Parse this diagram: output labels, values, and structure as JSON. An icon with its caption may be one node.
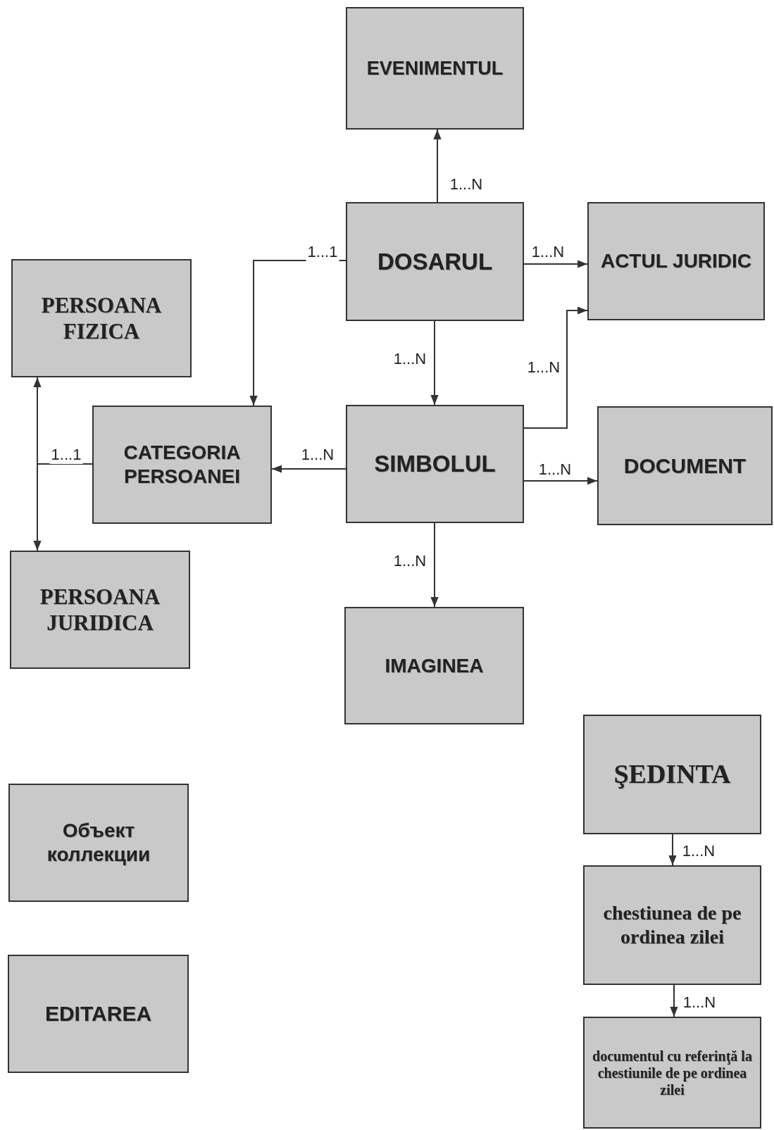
{
  "diagram": {
    "nodes": [
      {
        "text": [
          "EVENIMENTUL"
        ]
      },
      {
        "text": [
          "DOSARUL"
        ]
      },
      {
        "text": [
          "ACTUL JURIDIC"
        ]
      },
      {
        "text": [
          "PERSOANA FIZICA"
        ]
      },
      {
        "text": [
          "CATEGORIA PERSOANEI"
        ]
      },
      {
        "text": [
          "SIMBOLUL"
        ]
      },
      {
        "text": [
          "DOCUMENT"
        ]
      },
      {
        "text": [
          "PERSOANA JURIDICA"
        ]
      },
      {
        "text": [
          "IMAGINEA"
        ]
      },
      {
        "text": [
          "ŞEDINTA"
        ]
      },
      {
        "text": [
          "Объект коллекции"
        ]
      },
      {
        "text": [
          "chestiunea de pe ordinea zilei"
        ]
      },
      {
        "text": [
          "EDITAREA"
        ]
      },
      {
        "text": [
          "documentul cu referinţă la chestiunile de pe ordinea zilei"
        ]
      }
    ],
    "edges": [
      {
        "from": 1,
        "to": 0,
        "arrow": "to",
        "label": "1...N"
      },
      {
        "from": 1,
        "to": 4,
        "arrow": "to",
        "label": "1...1"
      },
      {
        "from": 1,
        "to": 2,
        "arrow": "to",
        "label": "1...N"
      },
      {
        "from": 1,
        "to": 5,
        "arrow": "to",
        "label": "1...N"
      },
      {
        "from": 5,
        "to": 2,
        "arrow": "to",
        "label": "1...N"
      },
      {
        "from": 5,
        "to": 4,
        "arrow": "to",
        "label": "1...N"
      },
      {
        "from": 5,
        "to": 6,
        "arrow": "to",
        "label": "1...N"
      },
      {
        "from": 5,
        "to": 8,
        "arrow": "to",
        "label": "1...N"
      },
      {
        "from": 4,
        "to": 3,
        "arrow": "to",
        "label": "1...1"
      },
      {
        "from": 4,
        "to": 7,
        "arrow": "to"
      },
      {
        "from": 9,
        "to": 11,
        "arrow": "to",
        "label": "1...N"
      },
      {
        "from": 11,
        "to": 13,
        "arrow": "to",
        "label": "1...N"
      }
    ]
  }
}
